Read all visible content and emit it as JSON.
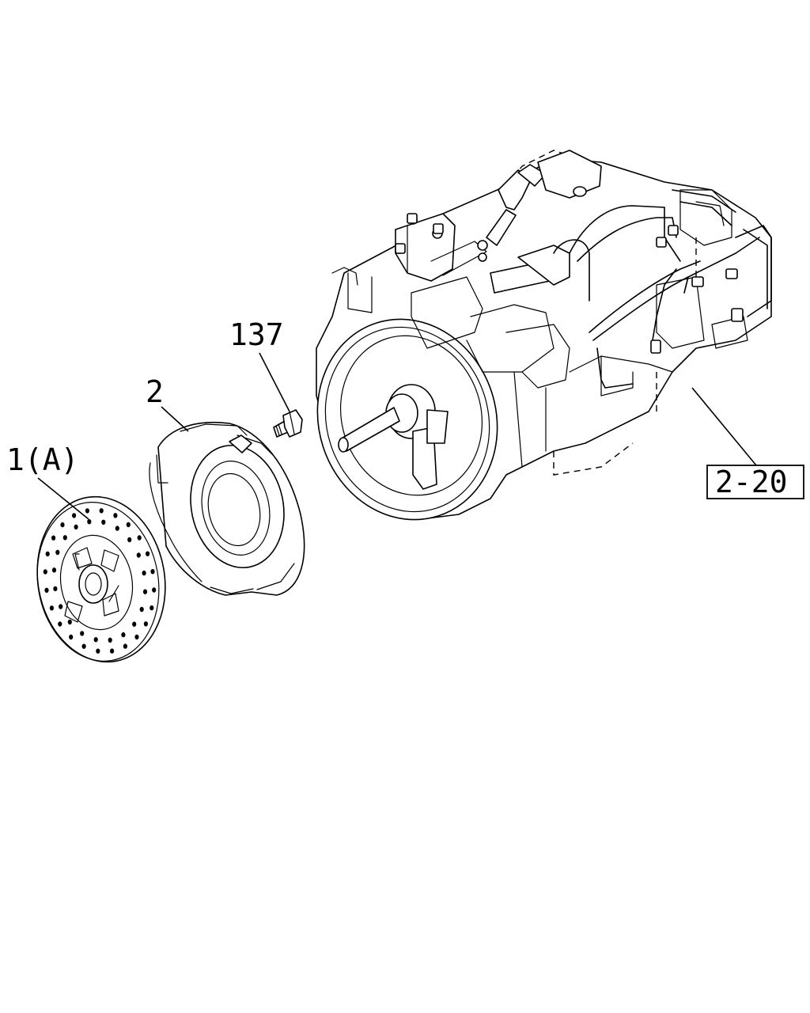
{
  "callouts": {
    "part_1": "1(A)",
    "part_2": "2",
    "part_137": "137",
    "ref_box": "2-20"
  }
}
